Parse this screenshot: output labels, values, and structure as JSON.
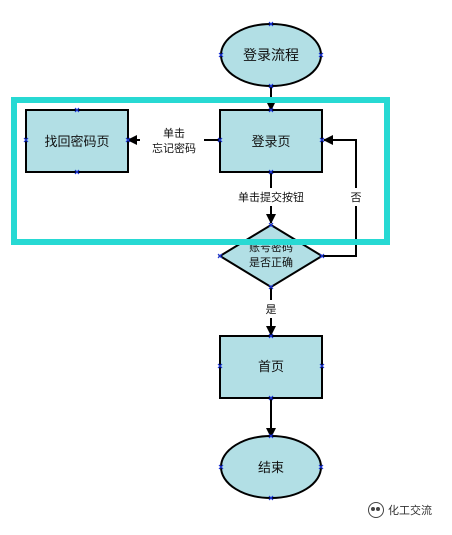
{
  "diagram": {
    "nodes": {
      "start": "登录流程",
      "login_page": "登录页",
      "forgot_page": "找回密码页",
      "decision_line1": "账号密码",
      "decision_line2": "是否正确",
      "home_page": "首页",
      "end": "结束"
    },
    "edges": {
      "forgot_line1": "单击",
      "forgot_line2": "忘记密码",
      "submit": "单击提交按钮",
      "no": "否",
      "yes": "是"
    }
  },
  "watermark": {
    "text": "化工交流"
  },
  "colors": {
    "node_fill": "#b2dfe5",
    "node_stroke": "#000000",
    "highlight": "#27d9d3",
    "connector_marker": "#1a33d6"
  }
}
